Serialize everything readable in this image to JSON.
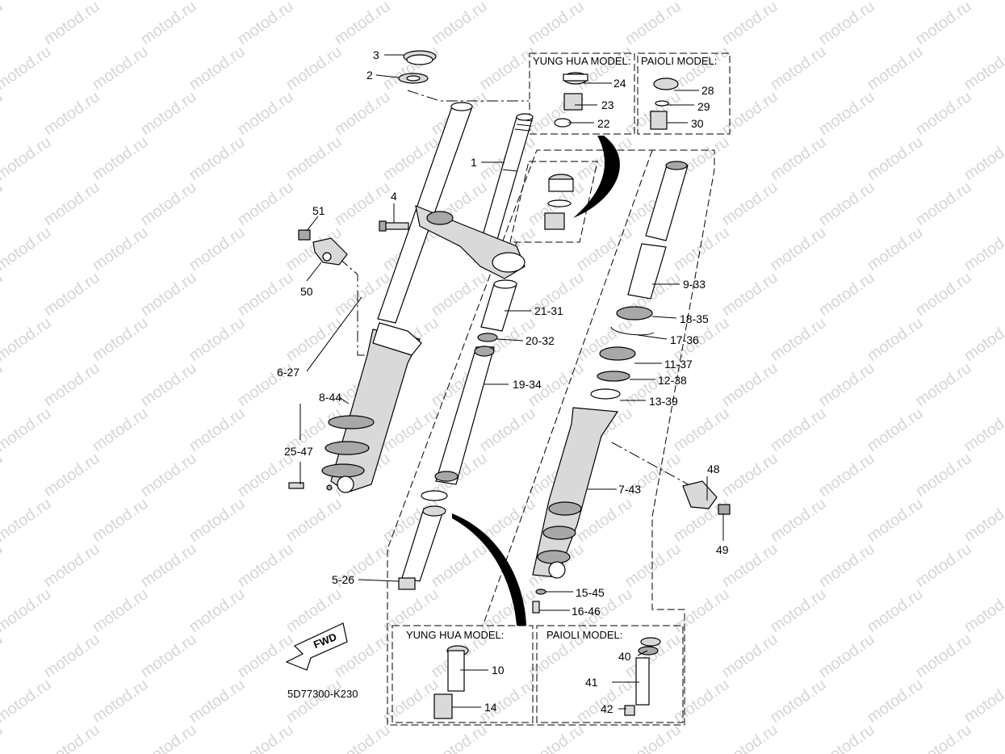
{
  "watermark": "motod.ru",
  "diagram_code": "5D77300-K230",
  "fwd_label": "FWD",
  "boxes": {
    "top_yung_hua": "YUNG HUA MODEL:",
    "top_paioli": "PAIOLI MODEL:",
    "bottom_yung_hua": "YUNG HUA MODEL:",
    "bottom_paioli": "PAIOLI MODEL:"
  },
  "callouts": [
    {
      "id": "c3",
      "text": "3"
    },
    {
      "id": "c2",
      "text": "2"
    },
    {
      "id": "c24",
      "text": "24"
    },
    {
      "id": "c23",
      "text": "23"
    },
    {
      "id": "c22",
      "text": "22"
    },
    {
      "id": "c28",
      "text": "28"
    },
    {
      "id": "c29",
      "text": "29"
    },
    {
      "id": "c30",
      "text": "30"
    },
    {
      "id": "c1",
      "text": "1"
    },
    {
      "id": "c4",
      "text": "4"
    },
    {
      "id": "c51",
      "text": "51"
    },
    {
      "id": "c50",
      "text": "50"
    },
    {
      "id": "c9_33",
      "text": "9-33"
    },
    {
      "id": "c21_31",
      "text": "21-31"
    },
    {
      "id": "c18_35",
      "text": "18-35"
    },
    {
      "id": "c20_32",
      "text": "20-32"
    },
    {
      "id": "c17_36",
      "text": "17-36"
    },
    {
      "id": "c11_37",
      "text": "11-37"
    },
    {
      "id": "c6_27",
      "text": "6-27"
    },
    {
      "id": "c12_38",
      "text": "12-38"
    },
    {
      "id": "c19_34",
      "text": "19-34"
    },
    {
      "id": "c8_44",
      "text": "8-44"
    },
    {
      "id": "c13_39",
      "text": "13-39"
    },
    {
      "id": "c25_47",
      "text": "25-47"
    },
    {
      "id": "c48",
      "text": "48"
    },
    {
      "id": "c7_43",
      "text": "7-43"
    },
    {
      "id": "c49",
      "text": "49"
    },
    {
      "id": "c5_26",
      "text": "5-26"
    },
    {
      "id": "c15_45",
      "text": "15-45"
    },
    {
      "id": "c16_46",
      "text": "16-46"
    },
    {
      "id": "c40",
      "text": "40"
    },
    {
      "id": "c10",
      "text": "10"
    },
    {
      "id": "c41",
      "text": "41"
    },
    {
      "id": "c14",
      "text": "14"
    },
    {
      "id": "c42",
      "text": "42"
    }
  ]
}
